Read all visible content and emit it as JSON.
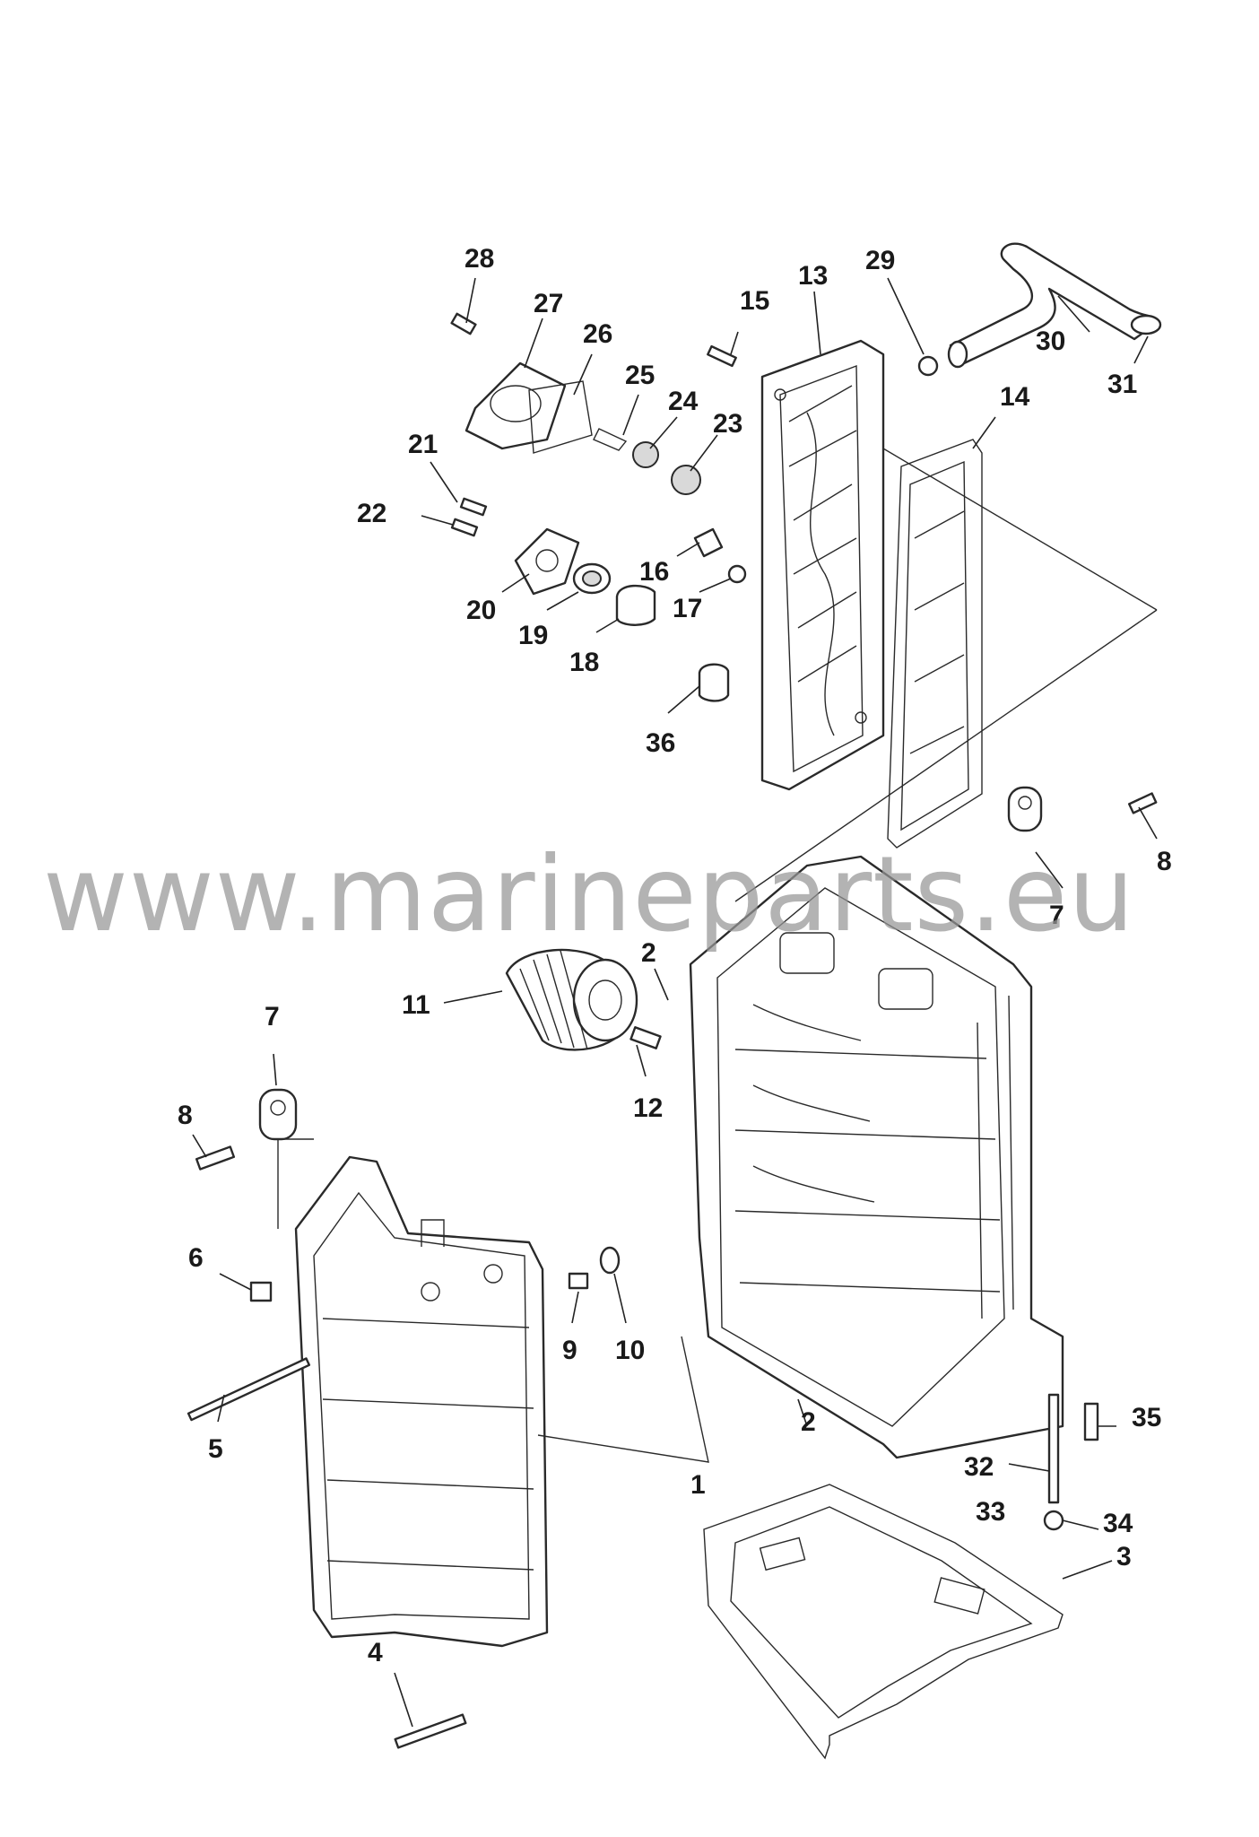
{
  "watermark": "www.marineparts.eu",
  "part_numbers": [
    "28",
    "27",
    "26",
    "25",
    "24",
    "23",
    "15",
    "13",
    "29",
    "30",
    "31",
    "14",
    "21",
    "22",
    "20",
    "19",
    "18",
    "16",
    "17",
    "36",
    "8",
    "7",
    "2",
    "11",
    "12",
    "7",
    "8",
    "6",
    "9",
    "10",
    "5",
    "2",
    "1",
    "35",
    "32",
    "33",
    "34",
    "3",
    "4"
  ],
  "icons": [
    "cylinder-head-cover",
    "gasket",
    "oil-filter",
    "cylinder-block",
    "crankcase",
    "exhaust-plate",
    "hose",
    "bolt"
  ]
}
